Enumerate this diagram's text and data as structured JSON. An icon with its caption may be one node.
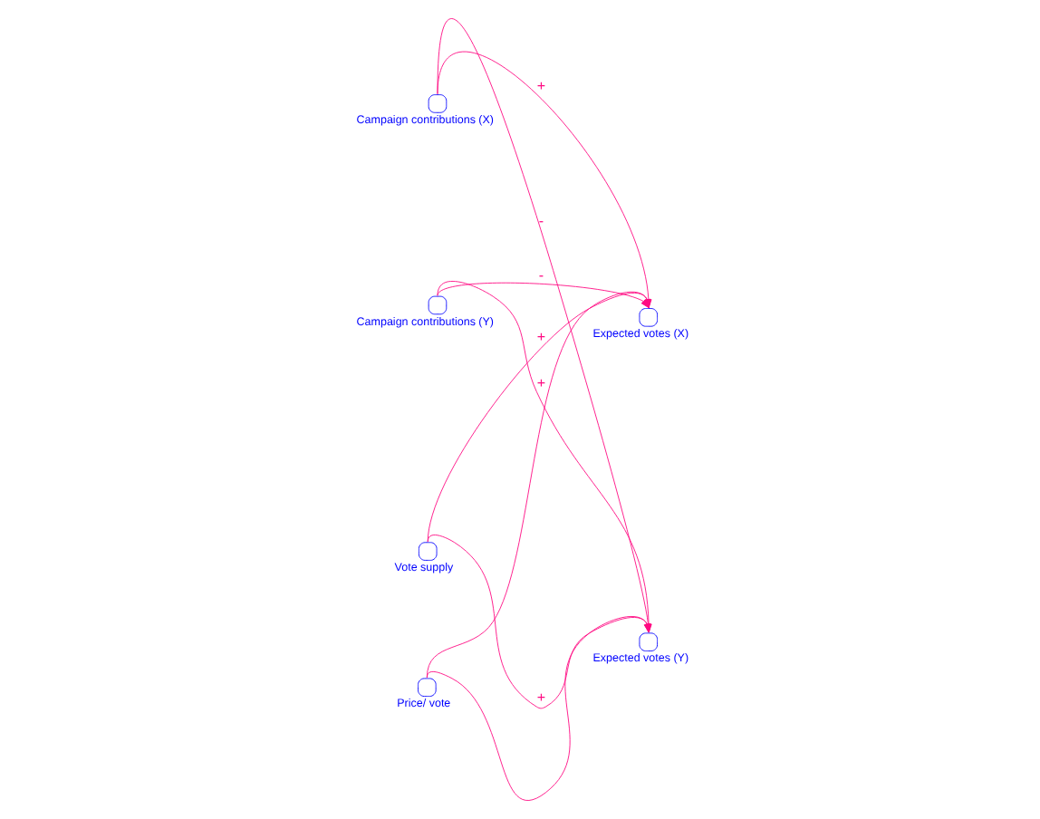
{
  "diagram": {
    "nodes": [
      {
        "text": [
          "Campaign contributions (X)"
        ]
      },
      {
        "text": [
          "Expected votes (X)"
        ]
      },
      {
        "text": [
          "Price/ vote"
        ]
      },
      {
        "text": [
          "Vote supply"
        ]
      },
      {
        "text": [
          "Campaign contributions (Y)"
        ]
      },
      {
        "text": [
          "Expected votes (Y)"
        ]
      }
    ],
    "edges": [
      {
        "from": 0,
        "to": 1,
        "arrow": "to",
        "label": "+"
      },
      {
        "from": 2,
        "to": 1,
        "arrow": "to"
      },
      {
        "from": 4,
        "to": 1,
        "arrow": "to",
        "label": "-"
      },
      {
        "from": 3,
        "to": 1,
        "arrow": "to",
        "label": "+"
      },
      {
        "from": 0,
        "to": 5,
        "arrow": "to",
        "label": "-"
      },
      {
        "from": 2,
        "to": 5,
        "arrow": "to"
      },
      {
        "from": 4,
        "to": 5,
        "arrow": "to",
        "label": "+"
      },
      {
        "from": 3,
        "to": 5,
        "arrow": "to",
        "label": "+"
      }
    ]
  }
}
